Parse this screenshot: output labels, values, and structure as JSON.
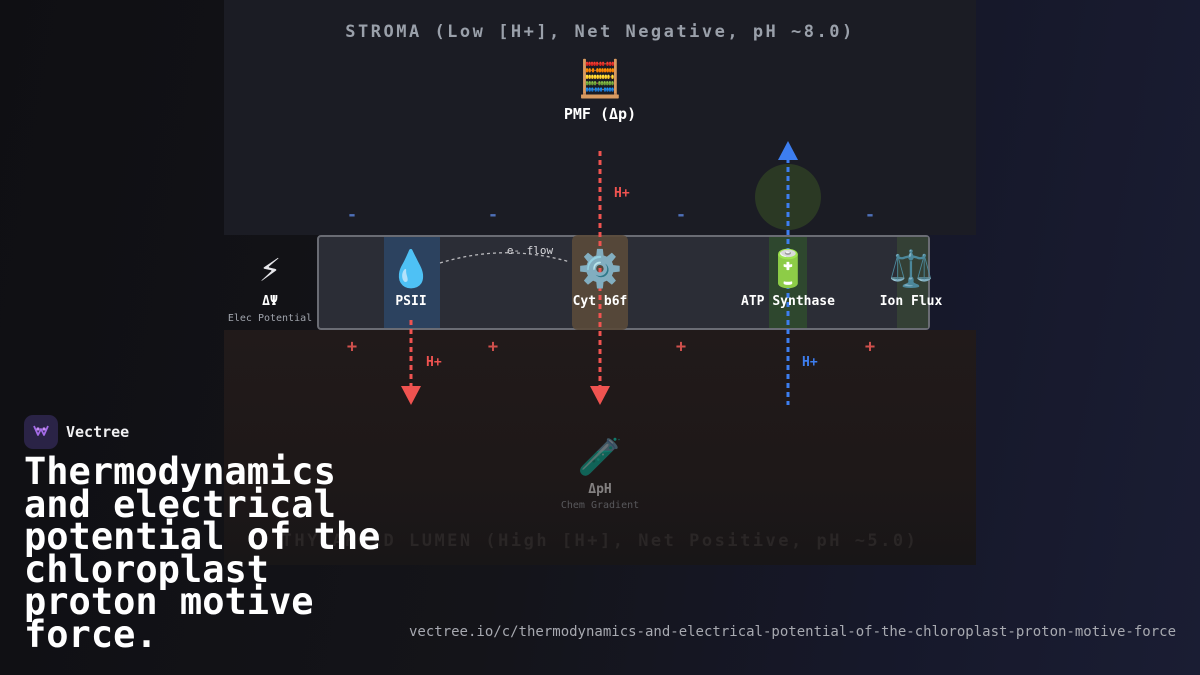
{
  "diagram": {
    "stroma_title": "STROMA (Low [H+], Net Negative, pH ~8.0)",
    "lumen_title": "THYLAKOID LUMEN (High [H+], Net Positive, pH ~5.0)",
    "pmf": {
      "icon": "abacus-icon",
      "label": "PMF (Δp)"
    },
    "delta_psi": {
      "icon": "lightning-icon",
      "label": "ΔΨ",
      "sublabel": "Elec Potential"
    },
    "delta_ph": {
      "icon": "test-tube-icon",
      "label": "ΔpH",
      "sublabel": "Chem Gradient"
    },
    "components": [
      {
        "icon": "droplet-icon",
        "label": "PSII"
      },
      {
        "icon": "gear-icon",
        "label": "Cyt b6f"
      },
      {
        "icon": "battery-icon",
        "label": "ATP Synthase"
      },
      {
        "icon": "scales-icon",
        "label": "Ion Flux"
      }
    ],
    "eflow_label": "e- flow",
    "proton_label": "H+",
    "stroma_charge": "-",
    "lumen_charge": "+",
    "colors": {
      "proton_in": "#ef5350",
      "proton_out": "#3d7ef0",
      "psii_band": "#2e4a6e",
      "cyt_band": "#5a4a3a",
      "atp_band": "#2f4a2e"
    }
  },
  "brand": {
    "name": "Vectree",
    "logo_icon": "vectree-logo-icon"
  },
  "headline": "Thermodynamics and electrical potential of the chloroplast proton motive force.",
  "url": "vectree.io/c/thermodynamics-and-electrical-potential-of-the-chloroplast-proton-motive-force"
}
